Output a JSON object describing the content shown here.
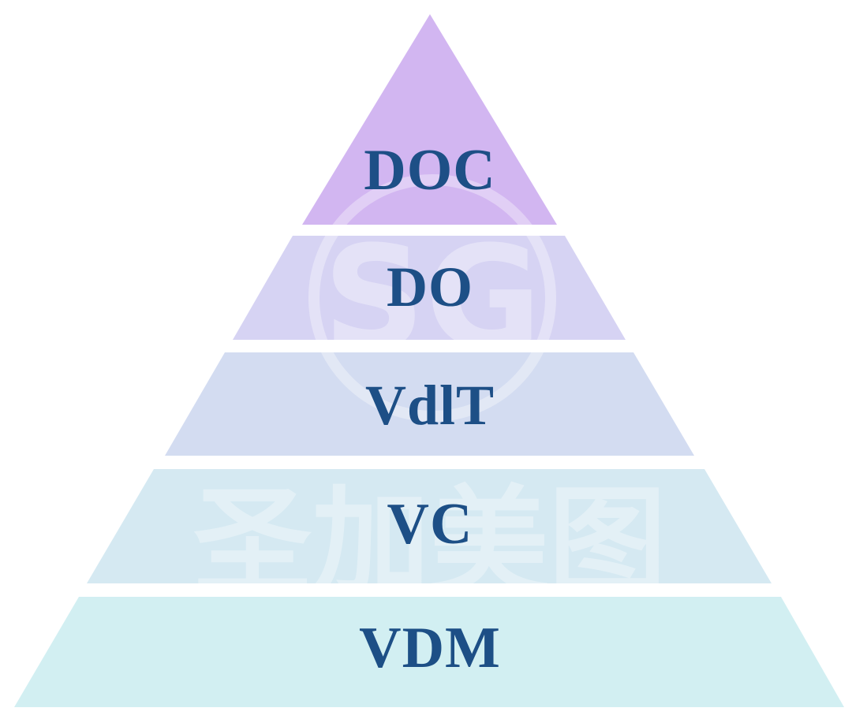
{
  "pyramid": {
    "tiers": [
      {
        "label": "DOC",
        "color": "#d2b6f1"
      },
      {
        "label": "DO",
        "color": "#d6d3f3"
      },
      {
        "label": "VdlT",
        "color": "#d3dcf1"
      },
      {
        "label": "VC",
        "color": "#d5e9f2"
      },
      {
        "label": "VDM",
        "color": "#d2eff2"
      }
    ],
    "label_color": "#1d4f86"
  },
  "watermark": {
    "text": "圣加美图",
    "monogram": "SG",
    "color": "#ffffff"
  }
}
